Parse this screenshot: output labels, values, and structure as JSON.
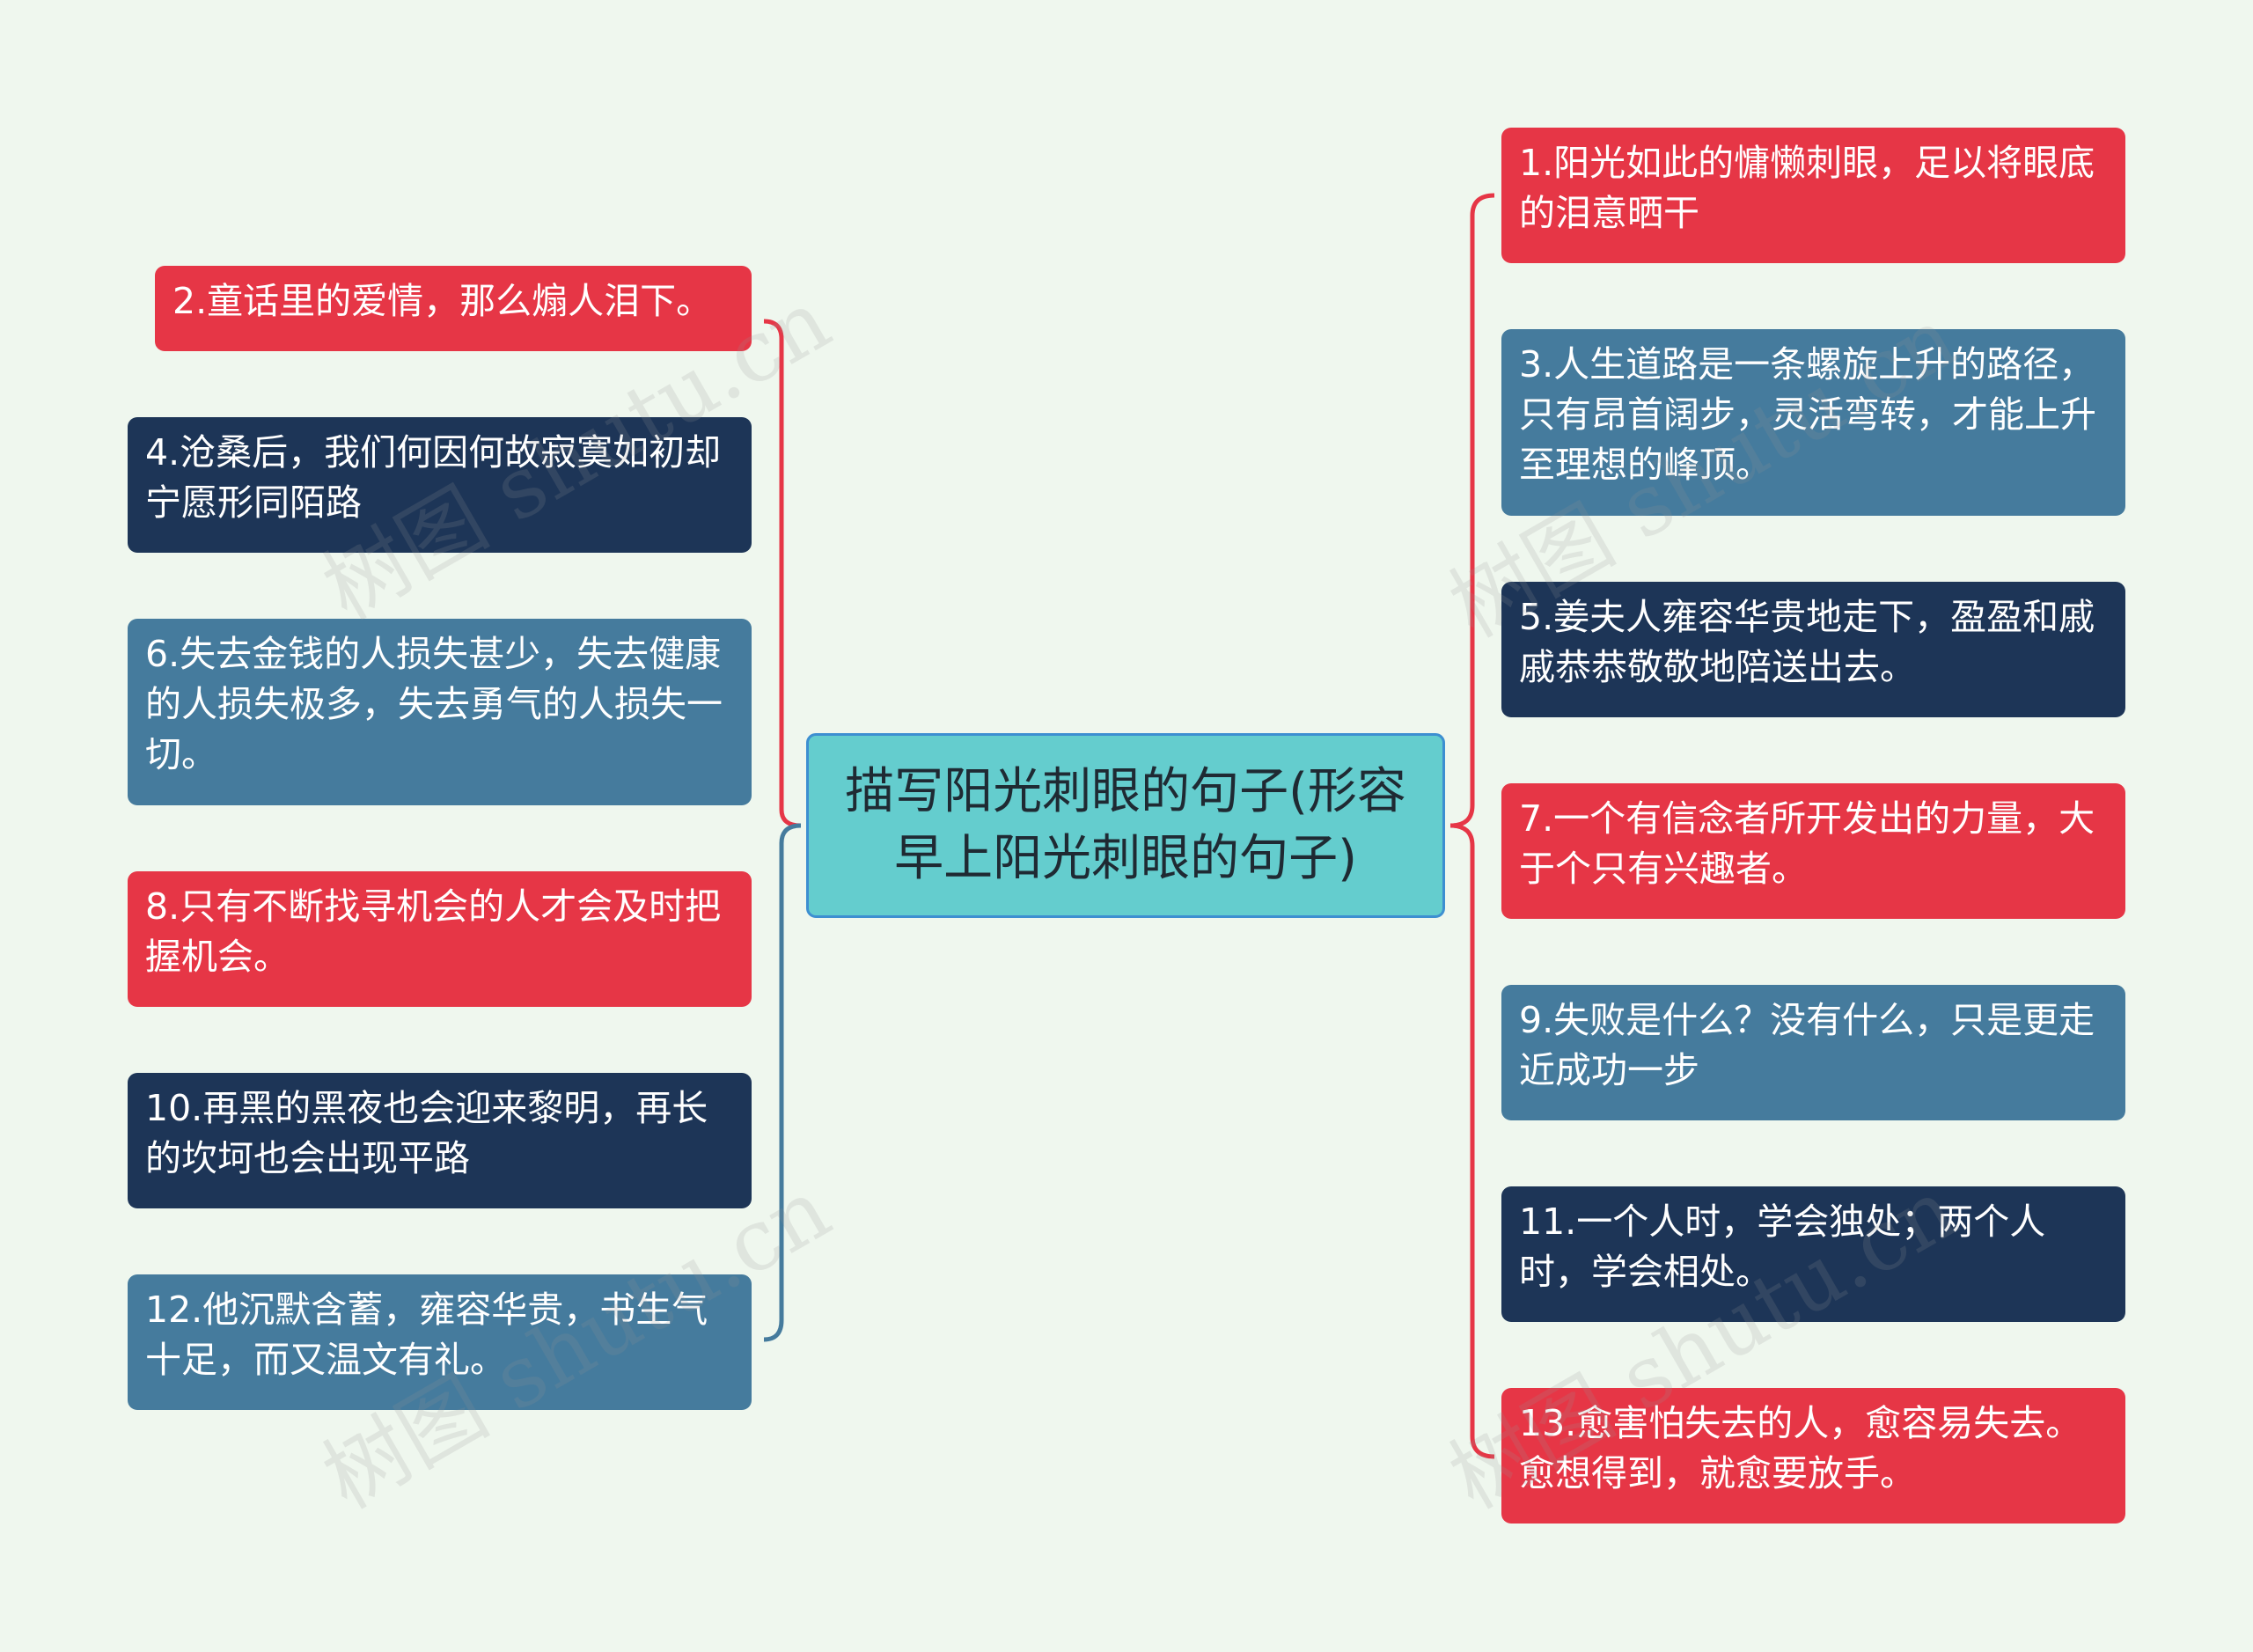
{
  "center_topic": "描写阳光刺眼的句子(形容早上阳光刺眼的句子)",
  "colors": {
    "background": "#eff7ee",
    "center_fill": "#64cdce",
    "center_border": "#3d8fd1",
    "red": "#e63646",
    "steel": "#457b9d",
    "navy": "#1d3557"
  },
  "left_nodes": [
    {
      "text": "2.童话里的爱情，那么煽人泪下。",
      "color": "red"
    },
    {
      "text": "4.沧桑后，我们何因何故寂寞如初却宁愿形同陌路",
      "color": "navy"
    },
    {
      "text": "6.失去金钱的人损失甚少，失去健康的人损失极多，失去勇气的人损失一切。",
      "color": "steel"
    },
    {
      "text": "8.只有不断找寻机会的人才会及时把握机会。",
      "color": "red"
    },
    {
      "text": "10.再黑的黑夜也会迎来黎明，再长的坎坷也会出现平路",
      "color": "navy"
    },
    {
      "text": "12.他沉默含蓄，雍容华贵，书生气十足，而又温文有礼。",
      "color": "steel"
    }
  ],
  "right_nodes": [
    {
      "text": "1.阳光如此的慵懒刺眼，足以将眼底的泪意晒干",
      "color": "red"
    },
    {
      "text": "3.人生道路是一条螺旋上升的路径，只有昂首阔步，灵活弯转，才能上升至理想的峰顶。",
      "color": "steel"
    },
    {
      "text": "5.姜夫人雍容华贵地走下，盈盈和戚戚恭恭敬敬地陪送出去。",
      "color": "navy"
    },
    {
      "text": "7.一个有信念者所开发出的力量，大于个只有兴趣者。",
      "color": "red"
    },
    {
      "text": "9.失败是什么？没有什么，只是更走近成功一步",
      "color": "steel"
    },
    {
      "text": "11.一个人时，学会独处；两个人时，学会相处。",
      "color": "navy"
    },
    {
      "text": "13.愈害怕失去的人，愈容易失去。愈想得到，就愈要放手。",
      "color": "red"
    }
  ],
  "watermark": {
    "text": "树图 shutu.cn"
  }
}
